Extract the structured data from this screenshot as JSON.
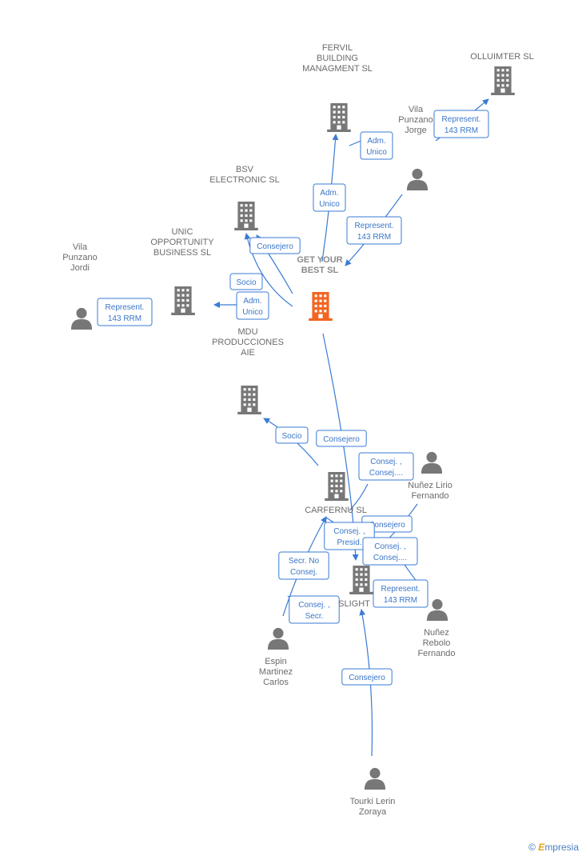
{
  "nodes": [
    {
      "id": "getyourbest",
      "type": "company",
      "central": true,
      "label": [
        "GET YOUR",
        "BEST  SL"
      ]
    },
    {
      "id": "fervil",
      "type": "company",
      "label": [
        "FERVIL",
        "BUILDING",
        "MANAGMENT SL"
      ]
    },
    {
      "id": "olluimter",
      "type": "company",
      "label": [
        "OLLUIMTER  SL"
      ]
    },
    {
      "id": "bsv",
      "type": "company",
      "label": [
        "BSV",
        "ELECTRONIC SL"
      ]
    },
    {
      "id": "unic",
      "type": "company",
      "label": [
        "UNIC",
        "OPPORTUNITY",
        "BUSINESS  SL"
      ]
    },
    {
      "id": "mdu",
      "type": "company",
      "label": [
        "MDU",
        "PRODUCCIONES",
        "AIE"
      ]
    },
    {
      "id": "carfernu",
      "type": "company",
      "label": [
        "CARFERNU SL"
      ]
    },
    {
      "id": "slight",
      "type": "company",
      "label": [
        "SLIGHT"
      ]
    },
    {
      "id": "vilajorge",
      "type": "person",
      "label": [
        "Vila",
        "Punzano",
        "Jorge"
      ]
    },
    {
      "id": "vilajordi",
      "type": "person",
      "label": [
        "Vila",
        "Punzano",
        "Jordi"
      ]
    },
    {
      "id": "nunezlirio",
      "type": "person",
      "label": [
        "Nuñez Lirio",
        "Fernando"
      ]
    },
    {
      "id": "nunezrebolo",
      "type": "person",
      "label": [
        "Nuñez",
        "Rebolo",
        "Fernando"
      ]
    },
    {
      "id": "espin",
      "type": "person",
      "label": [
        "Espin",
        "Martinez",
        "Carlos"
      ]
    },
    {
      "id": "tourki",
      "type": "person",
      "label": [
        "Tourki Lerin",
        "Zoraya"
      ]
    }
  ],
  "edges": [
    {
      "id": "e1",
      "label": [
        "Adm.",
        "Unico"
      ]
    },
    {
      "id": "e2",
      "label": [
        "Represent.",
        "143 RRM"
      ]
    },
    {
      "id": "e3",
      "label": [
        "Represent.",
        "143 RRM"
      ]
    },
    {
      "id": "e4",
      "label": [
        "Adm.",
        "Unico"
      ]
    },
    {
      "id": "e5",
      "label": [
        "Consejero"
      ]
    },
    {
      "id": "e6",
      "label": [
        "Adm.",
        "Unico"
      ]
    },
    {
      "id": "e7",
      "label": [
        "Represent.",
        "143 RRM"
      ]
    },
    {
      "id": "e8",
      "label": [
        "Socio"
      ]
    },
    {
      "id": "e9",
      "label": [
        "Socio"
      ]
    },
    {
      "id": "e10",
      "label": [
        "Consejero"
      ]
    },
    {
      "id": "e11",
      "label": [
        "Consej. ,",
        "Consej...."
      ]
    },
    {
      "id": "e12",
      "label": [
        "Consejero"
      ]
    },
    {
      "id": "e13",
      "label": [
        "Consej. ,",
        "Presid."
      ]
    },
    {
      "id": "e14",
      "label": [
        "Consej. ,",
        "Consej...."
      ]
    },
    {
      "id": "e15",
      "label": [
        "Represent.",
        "143 RRM"
      ]
    },
    {
      "id": "e16",
      "label": [
        "Secr.  No",
        "Consej."
      ]
    },
    {
      "id": "e17",
      "label": [
        "Consej. ,",
        "Secr."
      ]
    },
    {
      "id": "e18",
      "label": [
        "Consejero"
      ]
    }
  ],
  "colors": {
    "company": "#777777",
    "central": "#f26522",
    "person": "#777777",
    "edge": "#3a7bd5",
    "label_text": "#6b6b6b"
  },
  "brand": {
    "copyright": "©",
    "initial": "E",
    "rest": "mpresia"
  }
}
